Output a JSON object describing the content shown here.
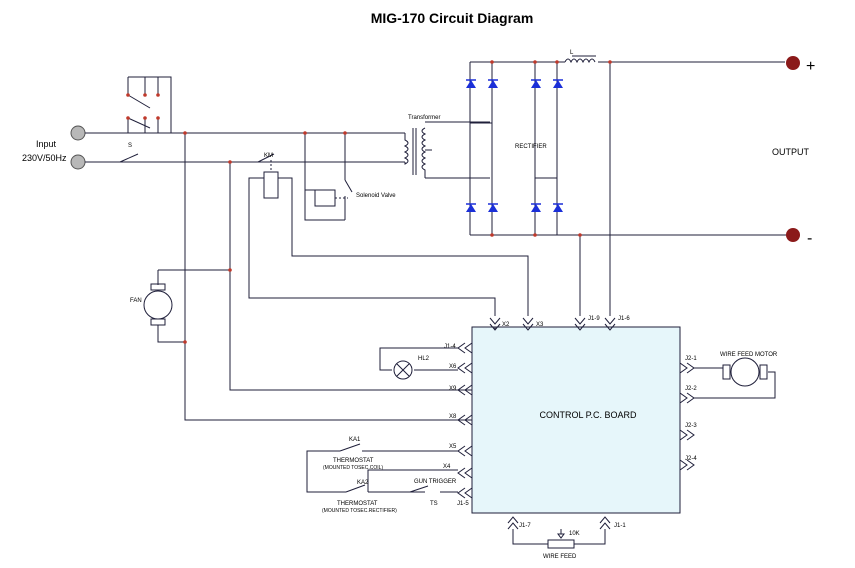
{
  "title": "MIG-170 Circuit Diagram",
  "input": {
    "label": "Input",
    "voltage": "230V/50Hz"
  },
  "output": {
    "label": "OUTPUT",
    "plus": "+",
    "minus": "-"
  },
  "components": {
    "switch": "S",
    "transformer": "Transformer",
    "inductor": "L",
    "rectifier": "RECTIFIER",
    "contactor": "KM",
    "solenoid": "Solenoid Valve",
    "fan": "FAN",
    "lamp": "HL2",
    "motor": "WIRE FEED MOTOR",
    "board": "CONTROL P.C. BOARD",
    "ka1": "KA1",
    "thermostat1": "THERMOSTAT",
    "thermostat1_note": "(MOUNTED TOSEC.COIL)",
    "ka2": "KA2",
    "thermostat2": "THERMOSTAT",
    "thermostat2_note": "(MOUNTED TOSEC.RECTIFIER)",
    "gun_trigger": "GUN TRIGGER",
    "ts": "TS",
    "pot_value": "10K",
    "wire_feed": "WIRE FEED"
  },
  "connectors": {
    "x2": "X2",
    "x3": "X3",
    "j1_9": "J1-9",
    "j1_6": "J1-6",
    "j1_4": "J1-4",
    "x6": "X6",
    "x9": "X9",
    "x8": "X8",
    "x5": "X5",
    "x4": "X4",
    "j1_5": "J1-5",
    "j2_1": "J2-1",
    "j2_2": "J2-2",
    "j2_3": "J2-3",
    "j2_4": "J2-4",
    "j1_7": "J1-7",
    "j1_1": "J1-1"
  },
  "colors": {
    "board_fill": "#e6f6fa",
    "diode": "#1b2fd8",
    "terminal": "#8b1a1a"
  }
}
